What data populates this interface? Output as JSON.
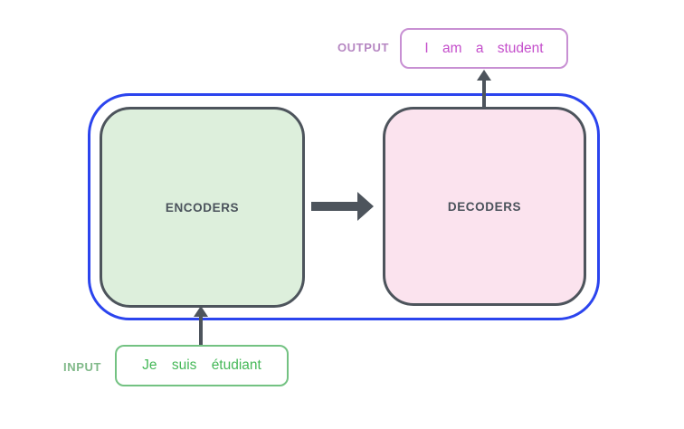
{
  "diagram": {
    "encoders": {
      "label": "ENCODERS",
      "fill": "#ddefdc"
    },
    "decoders": {
      "label": "DECODERS",
      "fill": "#fbe3ee"
    },
    "output": {
      "label": "OUTPUT",
      "text": "I am a student",
      "text_color": "#c44ecb",
      "border_color": "#c890d3",
      "label_color": "#b687c2"
    },
    "input": {
      "label": "INPUT",
      "text": "Je suis étudiant",
      "text_color": "#45b858",
      "border_color": "#73c282",
      "label_color": "#80b989"
    },
    "colors": {
      "container_border": "#2b44ee",
      "box_border": "#4d545c",
      "box_label_text": "#4a525b",
      "arrow": "#4d545c",
      "background": "#ffffff"
    }
  }
}
